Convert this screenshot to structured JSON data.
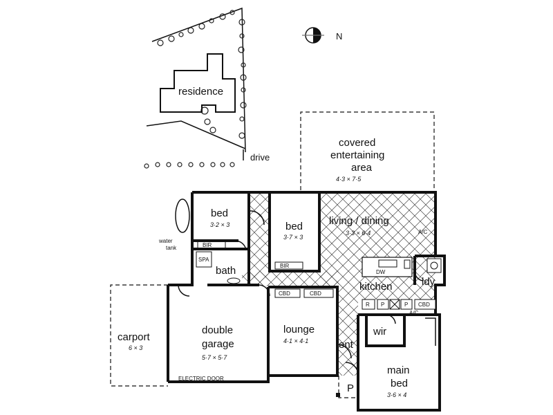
{
  "north": {
    "label": "N",
    "icon": "north-arrow-icon"
  },
  "site": {
    "residence": "residence",
    "drive": "drive"
  },
  "rooms": {
    "covered_title_1": "covered",
    "covered_title_2": "entertaining",
    "covered_title_3": "area",
    "covered_dim": "4·3 × 7·5",
    "bed1": "bed",
    "bed1_dim": "3·2 × 3",
    "bed2": "bed",
    "bed2_dim": "3·7 × 3",
    "living": "living / dining",
    "living_dim": "3·3 × 6·4",
    "water_tank_1": "water",
    "water_tank_2": "tank",
    "bath": "bath",
    "kitchen": "kitchen",
    "laundry": "ldy",
    "carport": "carport",
    "carport_dim": "6 × 3",
    "garage_1": "double",
    "garage_2": "garage",
    "garage_dim": "5·7 × 5·7",
    "lounge": "lounge",
    "lounge_dim": "4·1 × 4·1",
    "wir": "wir",
    "entry": "ent",
    "main_bed_1": "main",
    "main_bed_2": "bed",
    "main_bed_dim": "3·6 × 4",
    "porch": "P"
  },
  "fixtures": {
    "bir1": "BIR",
    "bir2": "BIR",
    "spa": "SPA",
    "dw": "DW",
    "ac1": "A/C",
    "ac2": "A/C",
    "cbd1": "CBD",
    "cbd2": "CBD",
    "cbd3": "CBD",
    "r": "R",
    "p1": "P",
    "p2": "P",
    "electric_door": "ELECTRIC DOOR"
  }
}
